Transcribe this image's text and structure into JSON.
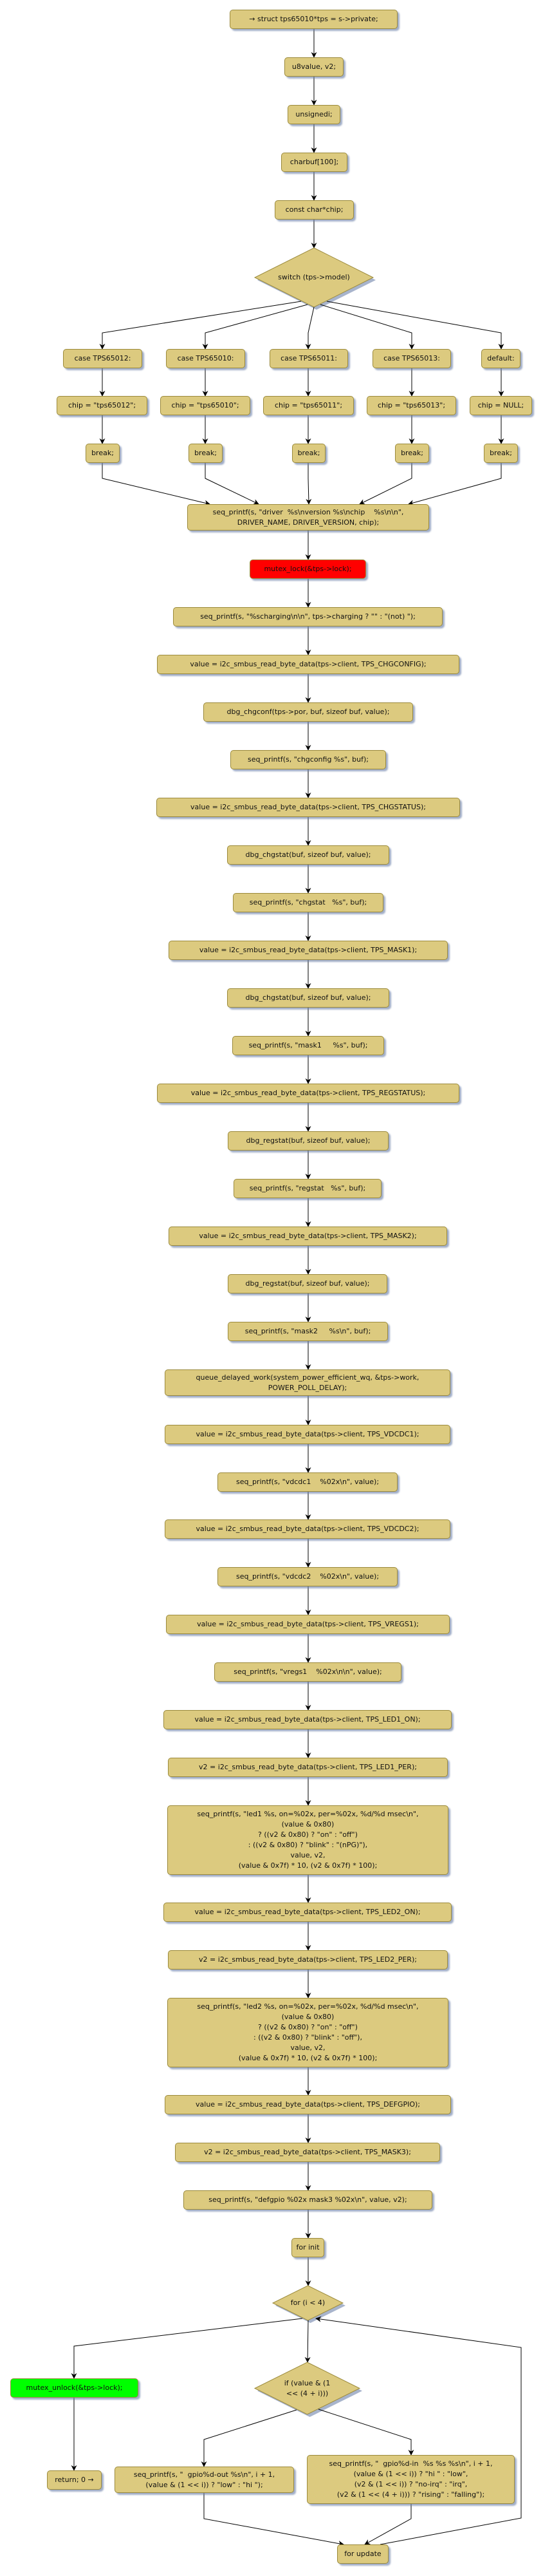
{
  "flowchart": {
    "start": "→ struct tps65010*tps = s->private;",
    "decl_u8": "u8value, v2;",
    "decl_i": "unsignedi;",
    "decl_buf": "charbuf[100];",
    "decl_chip": "const char*chip;",
    "switch": "switch (tps->model)",
    "cases": [
      {
        "label": "case TPS65012:",
        "assign": "chip = \"tps65012\";",
        "brk": "break;"
      },
      {
        "label": "case TPS65010:",
        "assign": "chip = \"tps65010\";",
        "brk": "break;"
      },
      {
        "label": "case TPS65011:",
        "assign": "chip = \"tps65011\";",
        "brk": "break;"
      },
      {
        "label": "case TPS65013:",
        "assign": "chip = \"tps65013\";",
        "brk": "break;"
      },
      {
        "label": "default:",
        "assign": "chip = NULL;",
        "brk": "break;"
      }
    ],
    "steps": [
      "seq_printf(s, \"driver  %s\\nversion %s\\nchip    %s\\n\\n\",\nDRIVER_NAME, DRIVER_VERSION, chip);",
      "mutex_lock(&tps->lock);",
      "seq_printf(s, \"%scharging\\n\\n\", tps->charging ? \"\" : \"(not) \");",
      "value = i2c_smbus_read_byte_data(tps->client, TPS_CHGCONFIG);",
      "dbg_chgconf(tps->por, buf, sizeof buf, value);",
      "seq_printf(s, \"chgconfig %s\", buf);",
      "value = i2c_smbus_read_byte_data(tps->client, TPS_CHGSTATUS);",
      "dbg_chgstat(buf, sizeof buf, value);",
      "seq_printf(s, \"chgstat   %s\", buf);",
      "value = i2c_smbus_read_byte_data(tps->client, TPS_MASK1);",
      "dbg_chgstat(buf, sizeof buf, value);",
      "seq_printf(s, \"mask1     %s\", buf);",
      "value = i2c_smbus_read_byte_data(tps->client, TPS_REGSTATUS);",
      "dbg_regstat(buf, sizeof buf, value);",
      "seq_printf(s, \"regstat   %s\", buf);",
      "value = i2c_smbus_read_byte_data(tps->client, TPS_MASK2);",
      "dbg_regstat(buf, sizeof buf, value);",
      "seq_printf(s, \"mask2     %s\\n\", buf);",
      "queue_delayed_work(system_power_efficient_wq, &tps->work,\nPOWER_POLL_DELAY);",
      "value = i2c_smbus_read_byte_data(tps->client, TPS_VDCDC1);",
      "seq_printf(s, \"vdcdc1    %02x\\n\", value);",
      "value = i2c_smbus_read_byte_data(tps->client, TPS_VDCDC2);",
      "seq_printf(s, \"vdcdc2    %02x\\n\", value);",
      "value = i2c_smbus_read_byte_data(tps->client, TPS_VREGS1);",
      "seq_printf(s, \"vregs1    %02x\\n\\n\", value);",
      "value = i2c_smbus_read_byte_data(tps->client, TPS_LED1_ON);",
      "v2 = i2c_smbus_read_byte_data(tps->client, TPS_LED1_PER);",
      "seq_printf(s, \"led1 %s, on=%02x, per=%02x, %d/%d msec\\n\",\n(value & 0x80)\n? ((v2 & 0x80) ? \"on\" : \"off\")\n: ((v2 & 0x80) ? \"blink\" : \"(nPG)\"),\nvalue, v2,\n(value & 0x7f) * 10, (v2 & 0x7f) * 100);",
      "value = i2c_smbus_read_byte_data(tps->client, TPS_LED2_ON);",
      "v2 = i2c_smbus_read_byte_data(tps->client, TPS_LED2_PER);",
      "seq_printf(s, \"led2 %s, on=%02x, per=%02x, %d/%d msec\\n\",\n(value & 0x80)\n? ((v2 & 0x80) ? \"on\" : \"off\")\n: ((v2 & 0x80) ? \"blink\" : \"off\"),\nvalue, v2,\n(value & 0x7f) * 10, (v2 & 0x7f) * 100);",
      "value = i2c_smbus_read_byte_data(tps->client, TPS_DEFGPIO);",
      "v2 = i2c_smbus_read_byte_data(tps->client, TPS_MASK3);",
      "seq_printf(s, \"defgpio %02x mask3 %02x\\n\", value, v2);",
      "for init"
    ],
    "for_cond": "for (i < 4)",
    "if_cond": "if (value & (1\n<< (4 + i)))",
    "gpio_out": "seq_printf(s, \"  gpio%d-out %s\\n\", i + 1,\n(value & (1 << i)) ? \"low\" : \"hi \");",
    "gpio_in": "seq_printf(s, \"  gpio%d-in  %s %s %s\\n\", i + 1,\n(value & (1 << i)) ? \"hi \" : \"low\",\n(v2 & (1 << i)) ? \"no-irq\" : \"irq\",\n(v2 & (1 << (4 + i))) ? \"rising\" : \"falling\");",
    "for_update": "for update",
    "unlock": "mutex_unlock(&tps->lock);",
    "return": "return; 0 →"
  },
  "colors": {
    "node_fill": "#dcca7f",
    "node_border": "#9b8a3c",
    "lock": "#ff0000",
    "unlock": "#00ff00"
  }
}
